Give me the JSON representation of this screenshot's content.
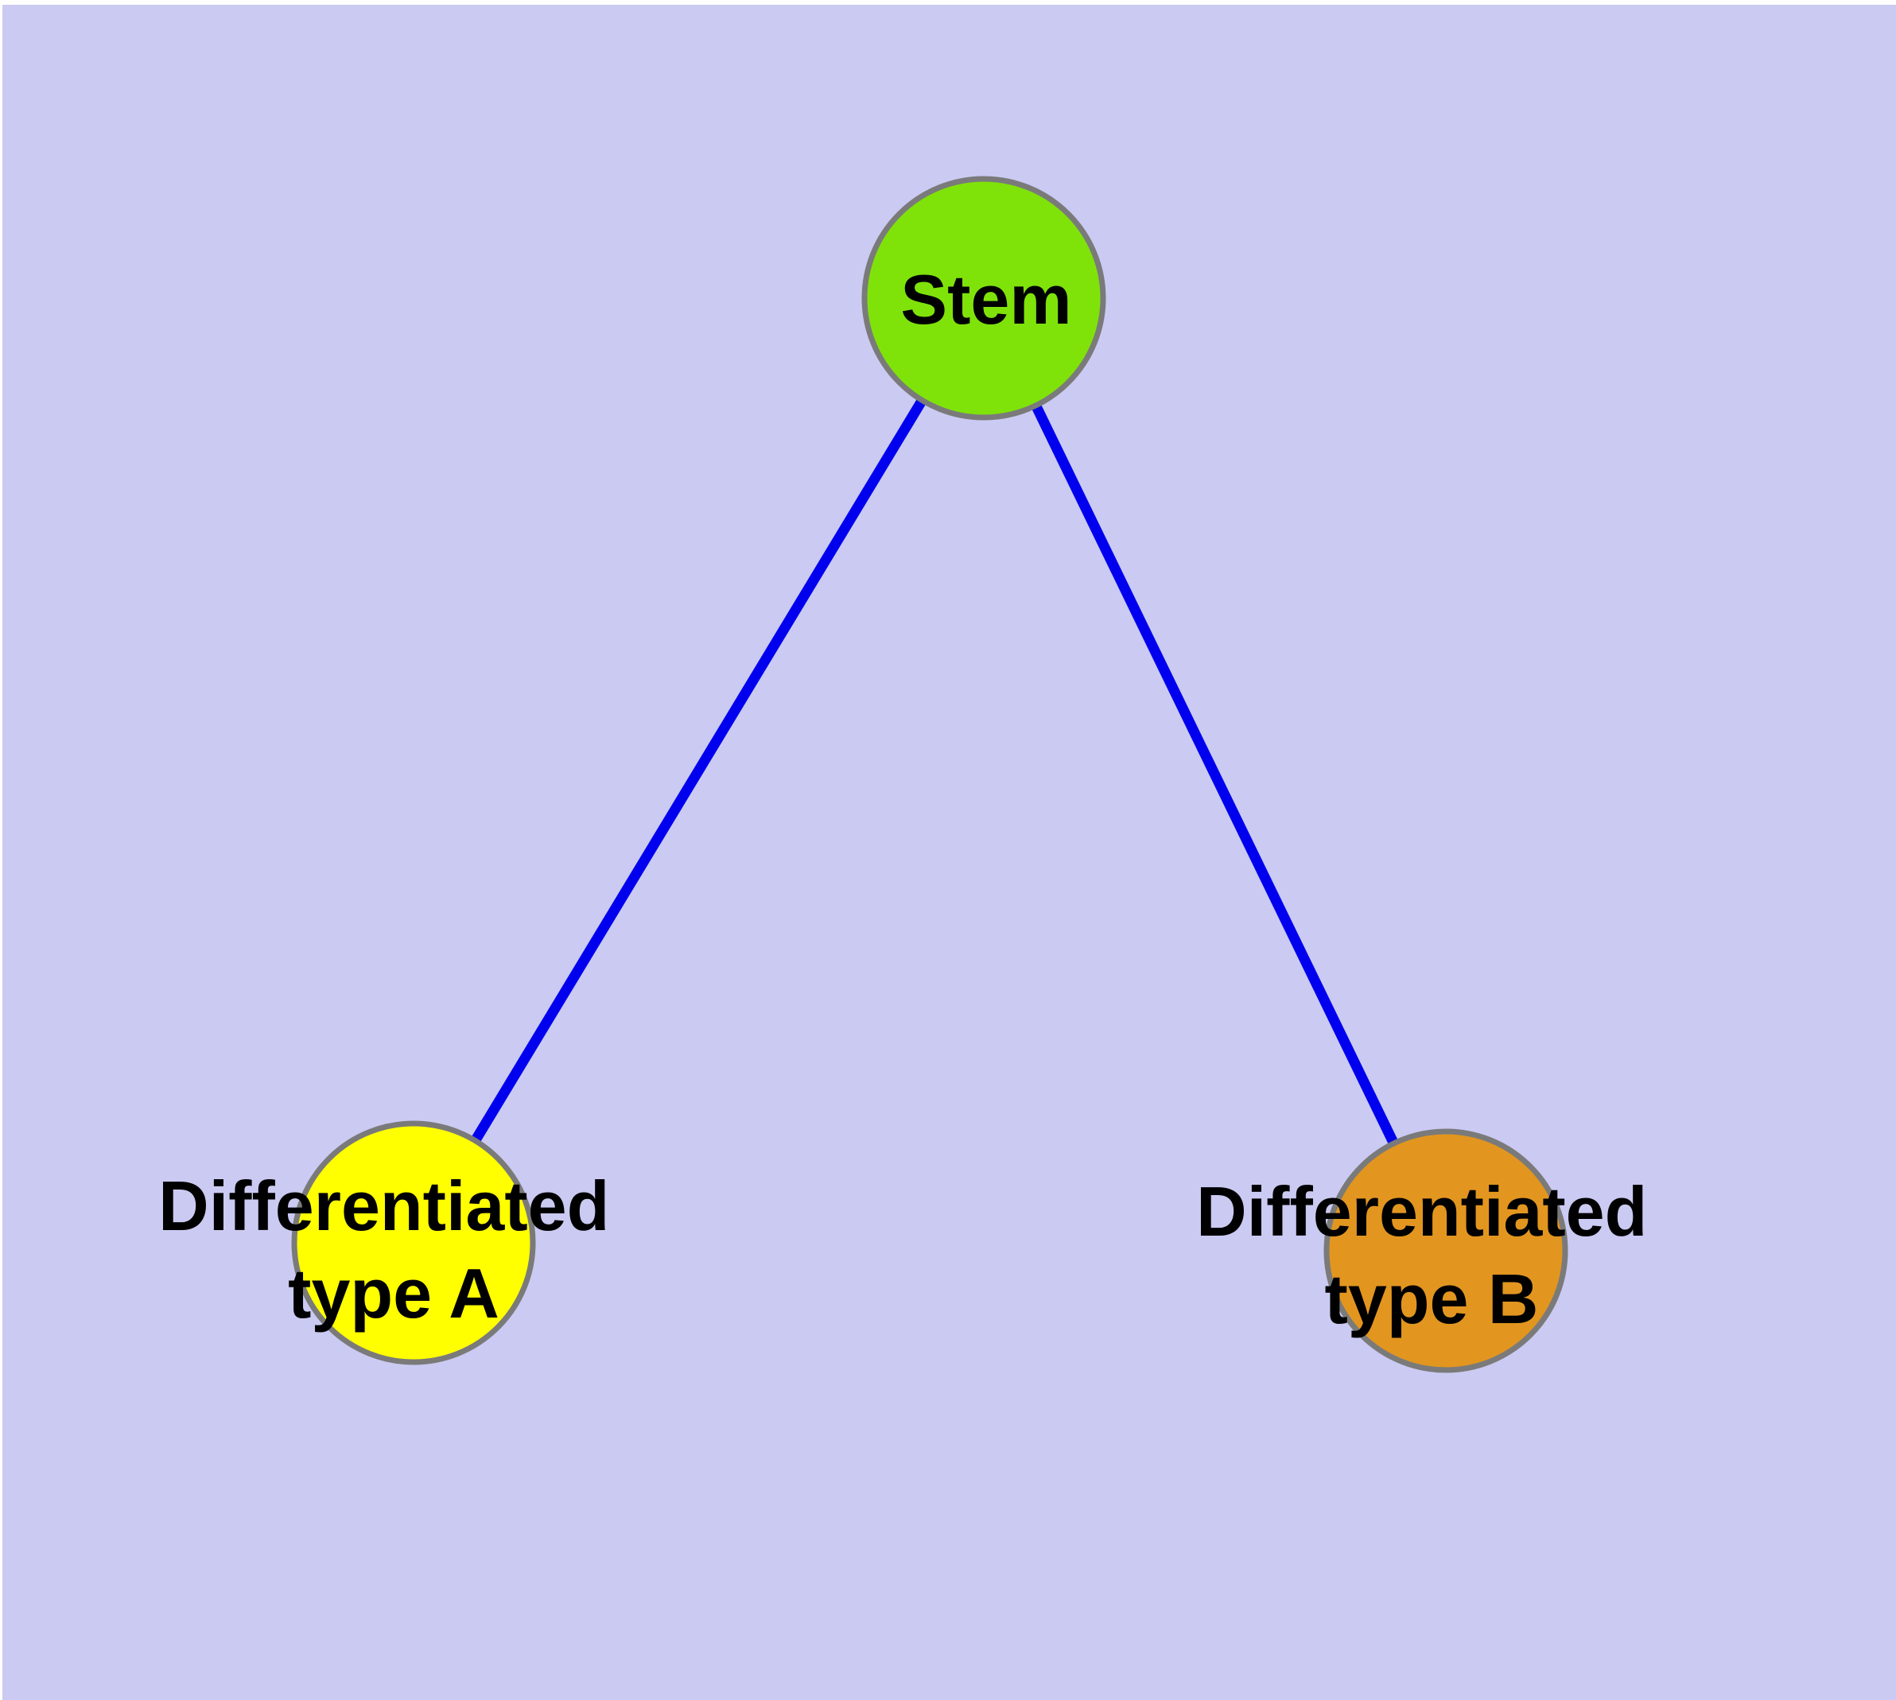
{
  "diagram": {
    "type": "node-link-graph",
    "background_color": "#cacaf2",
    "margin_color": "#ffffff",
    "edge_color": "#0000ee",
    "node_border_color": "#7a7a7a",
    "label_color": "#000000",
    "nodes": [
      {
        "id": "stem",
        "label": "Stem",
        "fill_color": "#7fe30a"
      },
      {
        "id": "differentiated-type-a",
        "label": "Differentiated type A",
        "label_line1": "Differentiated",
        "label_line2": "type A",
        "fill_color": "#ffff00"
      },
      {
        "id": "differentiated-type-b",
        "label": "Differentiated type B",
        "label_line1": "Differentiated",
        "label_line2": "type B",
        "fill_color": "#e2961f"
      }
    ],
    "edges": [
      {
        "from": "Stem",
        "to": "Differentiated type A"
      },
      {
        "from": "Stem",
        "to": "Differentiated type B"
      }
    ]
  }
}
